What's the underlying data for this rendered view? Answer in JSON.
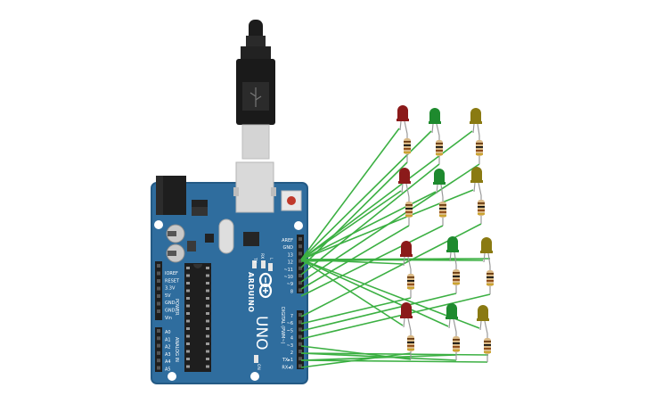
{
  "board": {
    "brand": "ARDUINO",
    "model": "UNO",
    "on_label": "ON",
    "tx_label": "TX",
    "rx_label": "RX",
    "l_label": "L",
    "digital_label": "DIGITAL (PWM~)",
    "power_label": "POWER",
    "analog_label": "ANALOG IN",
    "power_pins": [
      "IOREF",
      "RESET",
      "3.3V",
      "5V",
      "GND",
      "GND",
      "Vin"
    ],
    "analog_pins": [
      "A0",
      "A1",
      "A2",
      "A3",
      "A4",
      "A5"
    ],
    "digital_pins_top": [
      "AREF",
      "GND",
      "13",
      "12",
      "~11",
      "~10",
      "~9",
      "8"
    ],
    "digital_pins_bottom": [
      "7",
      "~6",
      "~5",
      "4",
      "~3",
      "2",
      "TX▸1",
      "RX◂0"
    ]
  },
  "colors": {
    "board": "#2f6d9e",
    "board_edge": "#245a85",
    "wire": "#3cb043",
    "led_red": "#8b1a1a",
    "led_green": "#1e8a2e",
    "led_yellow": "#8a7a12",
    "resistor_body": "#d9b986",
    "usb_cable": "#1c1c1c",
    "usb_plug": "#d4d4d4"
  },
  "leds": [
    {
      "id": "led-1",
      "color": "red"
    },
    {
      "id": "led-2",
      "color": "green"
    },
    {
      "id": "led-3",
      "color": "yellow"
    },
    {
      "id": "led-4",
      "color": "red"
    },
    {
      "id": "led-5",
      "color": "green"
    },
    {
      "id": "led-6",
      "color": "yellow"
    },
    {
      "id": "led-7",
      "color": "red"
    },
    {
      "id": "led-8",
      "color": "green"
    },
    {
      "id": "led-9",
      "color": "yellow"
    },
    {
      "id": "led-10",
      "color": "red"
    },
    {
      "id": "led-11",
      "color": "green"
    },
    {
      "id": "led-12",
      "color": "yellow"
    }
  ]
}
